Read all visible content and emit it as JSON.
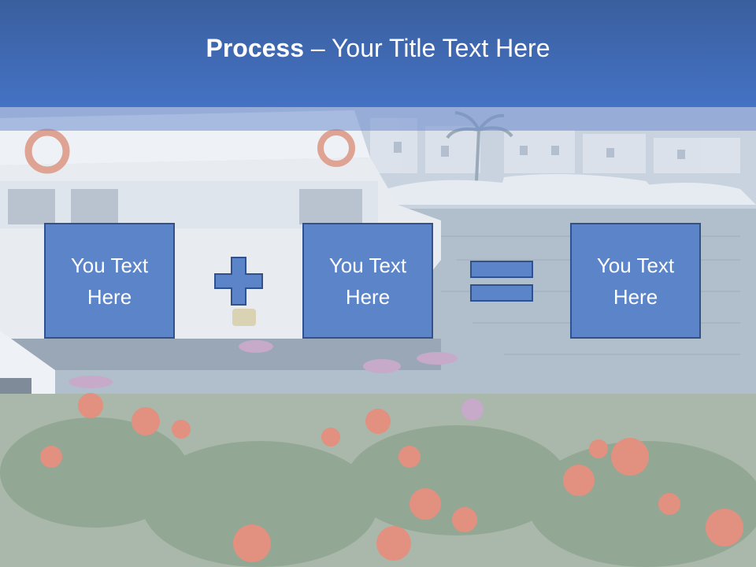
{
  "title": {
    "bold": "Process",
    "rest": " – Your Title Text Here"
  },
  "boxes": [
    {
      "label": "You Text Here"
    },
    {
      "label": "You Text Here"
    },
    {
      "label": "You Text Here"
    }
  ],
  "operators": {
    "first": "plus-icon",
    "second": "equals-icon"
  },
  "colors": {
    "title_band": "#4472c4",
    "box_fill": "#5b84c9",
    "box_border": "#2f528f",
    "text": "#ffffff"
  }
}
